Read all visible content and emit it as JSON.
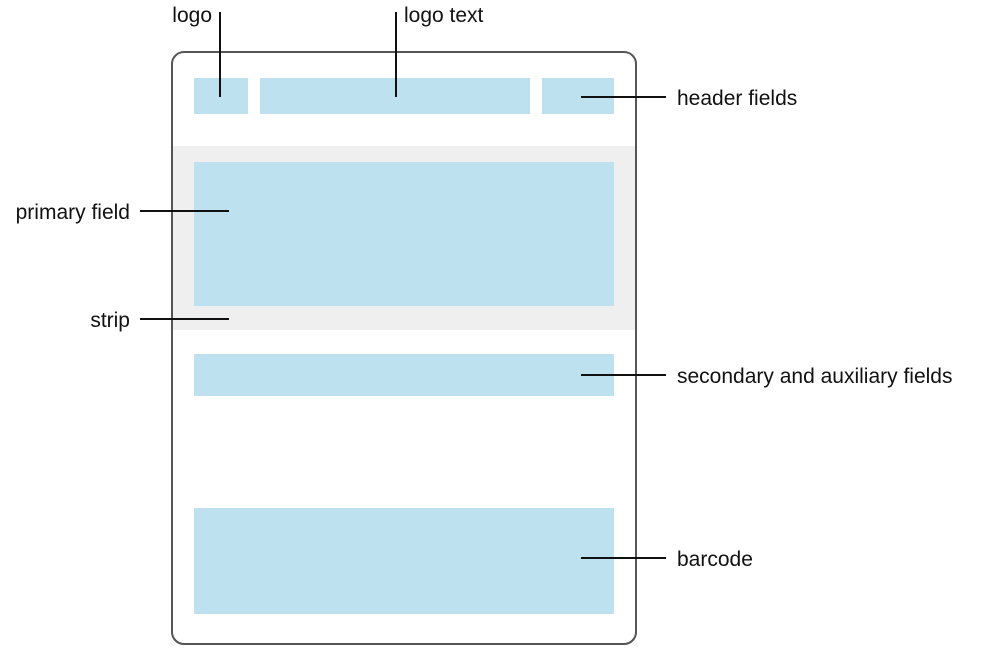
{
  "diagram": {
    "labels": {
      "logo": "logo",
      "logo_text": "logo text",
      "header_fields": "header fields",
      "primary_field": "primary field",
      "strip": "strip",
      "secondary_auxiliary_fields": "secondary and auxiliary fields",
      "barcode": "barcode"
    },
    "colors": {
      "pass_border": "#555555",
      "pass_background": "#ffffff",
      "field_fill": "#bde1ee",
      "strip_fill": "#efefef",
      "leader_line": "#111111",
      "label_text": "#111111"
    }
  }
}
